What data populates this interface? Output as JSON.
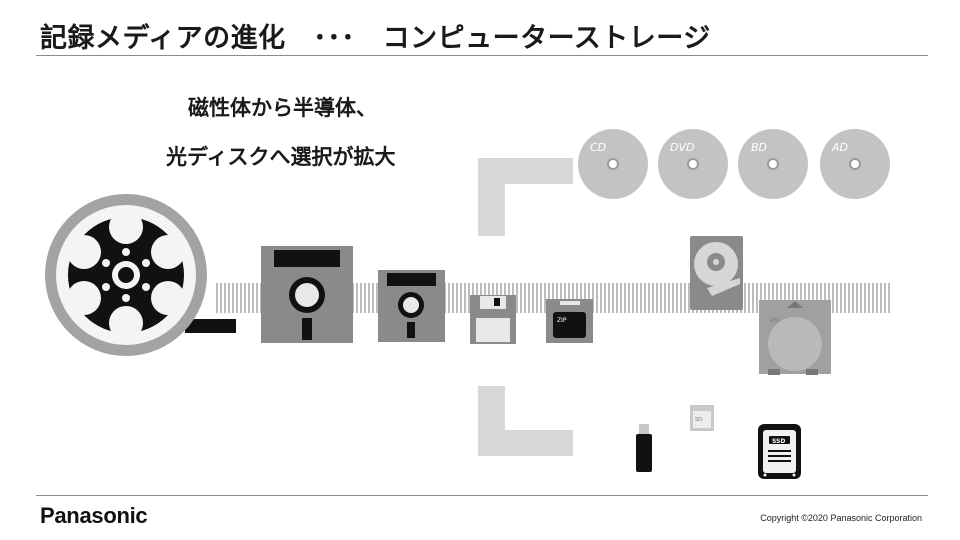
{
  "header": {
    "title": "記録メディアの進化　･･･　コンピューターストレージ"
  },
  "subtitle": {
    "line1": "磁性体から半導体、",
    "line2": "光ディスクへ選択が拡大"
  },
  "media": {
    "discs": [
      "CD",
      "DVD",
      "BD",
      "AD"
    ],
    "zip_label": "ZIP",
    "ltd_label": "LTO",
    "sd_label": "SD",
    "ssd_label": "SSD"
  },
  "footer": {
    "brand": "Panasonic",
    "copyright": "Copyright ©2020 Panasonic Corporation"
  },
  "colors": {
    "text": "#1a1a1a",
    "rule": "#8c8c8c",
    "media_gray": "#8a8a8a",
    "connector": "#d8d8d8"
  }
}
